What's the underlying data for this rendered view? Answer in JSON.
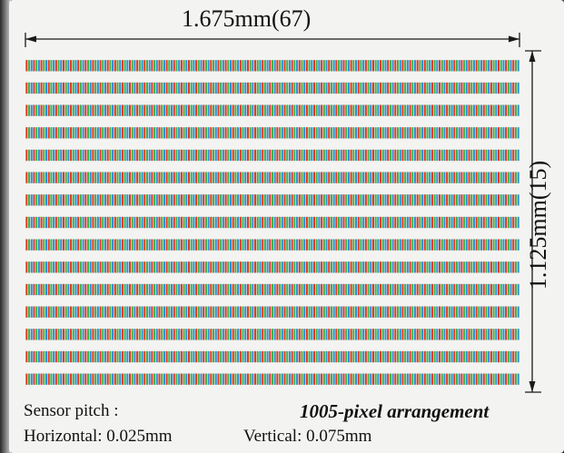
{
  "dimensions": {
    "width_label": "1.675mm(67)",
    "height_label": "1.125mm(15)"
  },
  "grid": {
    "columns": 67,
    "rows": 15,
    "subpixel_colors": [
      "#e3381f",
      "#3fb24a",
      "#2f8fd8"
    ]
  },
  "captions": {
    "label": "Sensor pitch :",
    "horizontal": "Horizontal: 0.025mm",
    "vertical": "Vertical: 0.075mm",
    "title": "1005-pixel arrangement"
  },
  "colors": {
    "background": "#f3f3f1",
    "line": "#1a1a1a"
  }
}
